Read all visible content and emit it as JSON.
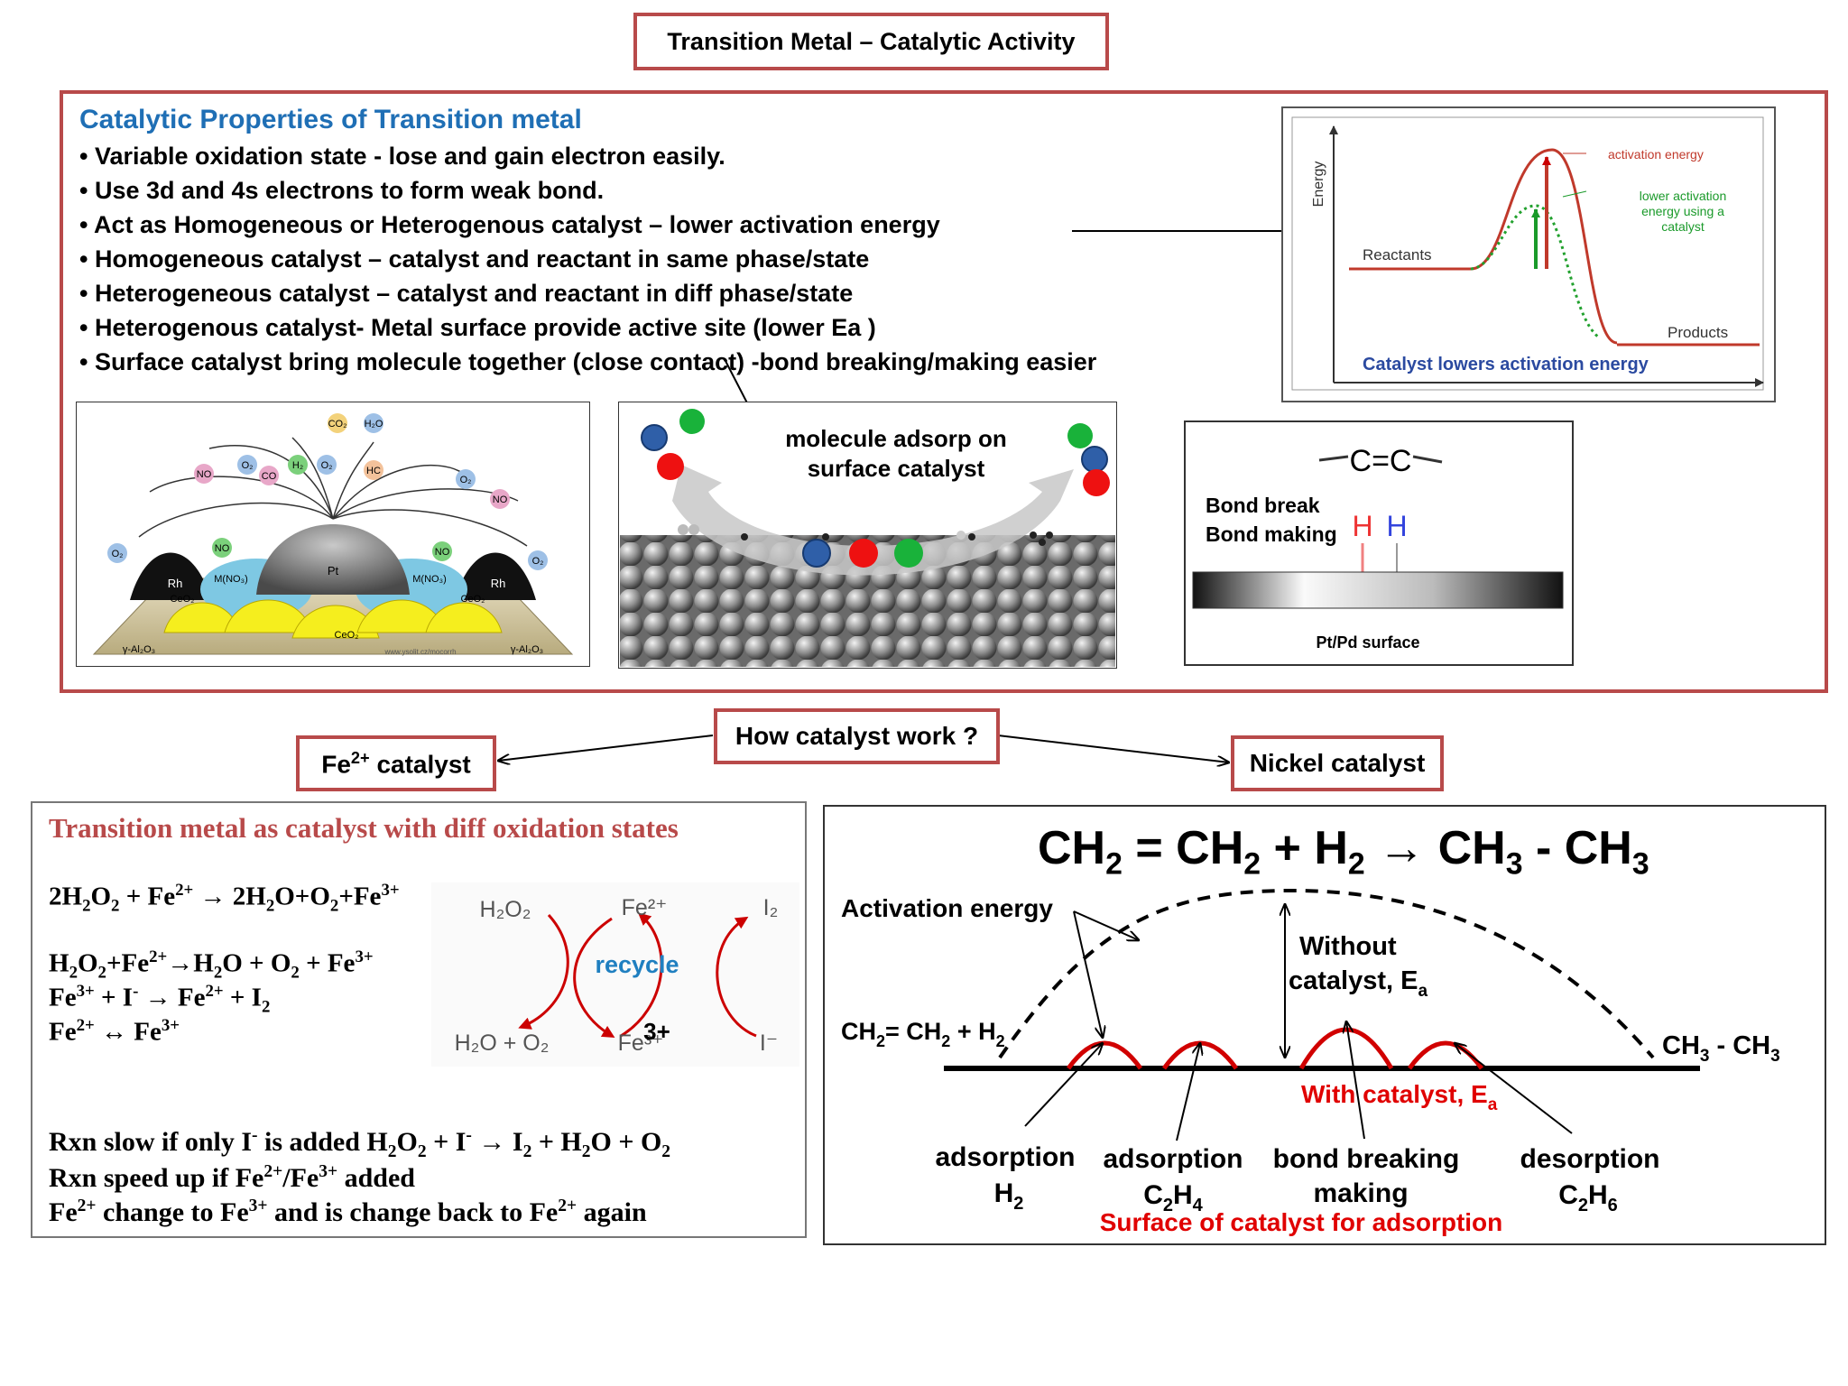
{
  "header": {
    "title": "Transition Metal – Catalytic Activity"
  },
  "properties": {
    "heading": "Catalytic Properties of Transition metal",
    "bullets": [
      "Variable oxidation state - lose and gain electron easily.",
      "Use 3d and 4s electrons to form weak bond.",
      "Act as Homogeneous or Heterogenous catalyst – lower activation energy",
      "Homogeneous catalyst – catalyst and reactant in same phase/state",
      "Heterogeneous catalyst – catalyst and reactant in diff phase/state",
      "Heterogenous catalyst- Metal surface provide active site (lower Ea )",
      "Surface catalyst bring molecule together (close contact) -bond breaking/making easier"
    ]
  },
  "energy_graph": {
    "y_label": "Energy",
    "activation": "activation energy",
    "lower_activation": [
      "lower activation",
      "energy using a",
      "catalyst"
    ],
    "reactants": "Reactants",
    "products": "Products",
    "caption": "Catalyst lowers activation energy"
  },
  "converter": {
    "labels": {
      "co2": "CO₂",
      "h2o": "H₂O",
      "o2": "O₂",
      "no": "NO",
      "co": "CO",
      "h2": "H₂",
      "hc": "HC",
      "pt": "Pt",
      "rh": "Rh",
      "ceo2": "CeO₂",
      "alumina": "γ-Al₂O₃",
      "mno3": "M(NO₃)",
      "source": "www.ysolit.cz/mocorrh"
    }
  },
  "adsorption": {
    "label_line1": "molecule adsorp on",
    "label_line2": "surface catalyst"
  },
  "bond_panel": {
    "molecule": "C=C",
    "break": "Bond break",
    "making": "Bond making",
    "h": "H",
    "surface": "Pt/Pd surface"
  },
  "how": {
    "question": "How catalyst work ?",
    "fe": "Fe",
    "fe_sup": "2+",
    "fe_rest": " catalyst",
    "nickel": "Nickel catalyst"
  },
  "fe_panel": {
    "heading": "Transition metal as catalyst with diff oxidation states",
    "cycle": {
      "h2o2": "H₂O₂",
      "fe2": "Fe²⁺",
      "i2": "I₂",
      "h2o_o2": "H₂O + O₂",
      "fe3": "Fe³⁺",
      "i_minus": "I⁻",
      "recycle": "recycle",
      "overlay": "3+"
    }
  },
  "ni_panel": {
    "eq": {
      "a": "CH",
      "b": " = CH",
      "c": "  + H",
      "d": " → CH",
      "e": " - CH",
      "two": "2",
      "three": "3"
    },
    "activation": "Activation energy",
    "without": "Without",
    "without2": "catalyst, E",
    "reactant_l": "CH",
    "reactant_r": "= CH",
    "reactant_h": " + H",
    "product": "CH",
    "product_r": " - CH",
    "with": "With catalyst, E",
    "sub_a": "a",
    "labels": [
      "adsorption",
      "adsorption",
      "bond breaking",
      "desorption"
    ],
    "labels2": [
      "making"
    ],
    "caption": "Surface of catalyst for adsorption"
  }
}
